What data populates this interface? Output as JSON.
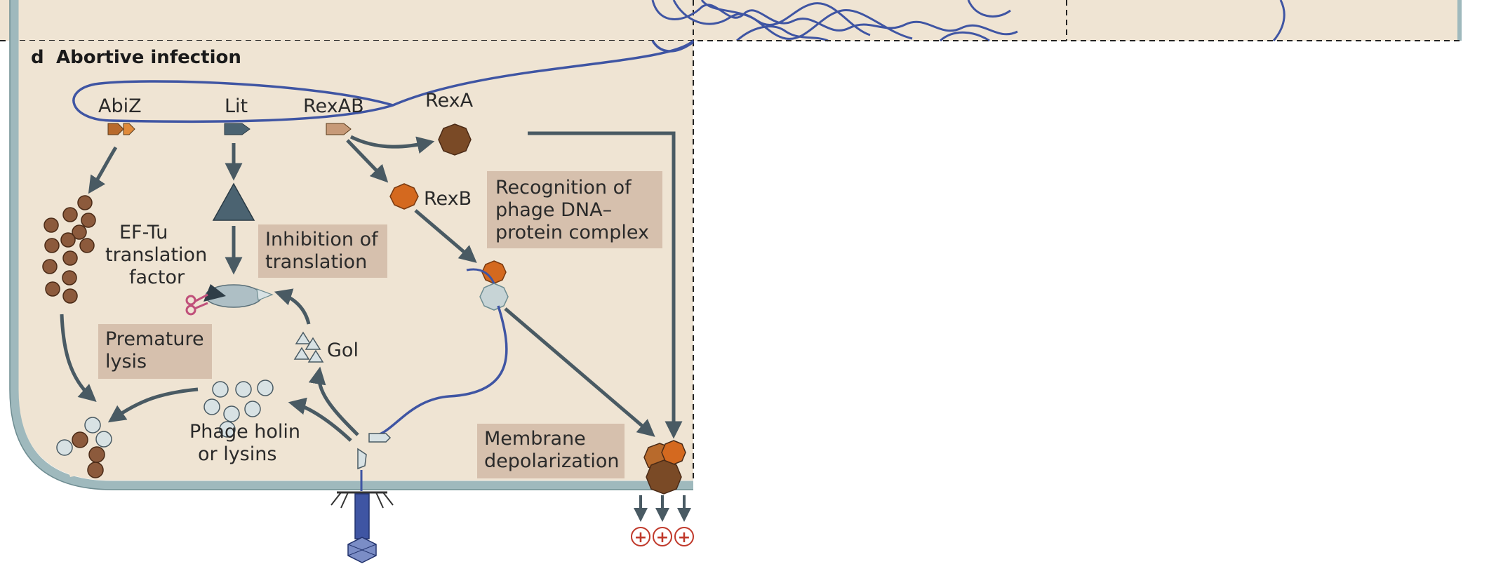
{
  "panel": {
    "letter": "d",
    "title": "Abortive infection"
  },
  "genes": {
    "abiz": "AbiZ",
    "lit": "Lit",
    "rexab": "RexAB"
  },
  "proteins": {
    "rexa": "RexA",
    "rexb": "RexB",
    "gol": "Gol",
    "eftu": [
      "EF-Tu",
      "translation",
      "factor"
    ],
    "holin": [
      "Phage holin",
      "or lysins"
    ]
  },
  "process_boxes": {
    "recognition": [
      "Recognition of",
      "phage DNA–",
      "protein complex"
    ],
    "inhibition": [
      "Inhibition of",
      "translation"
    ],
    "lysis": [
      "Premature",
      "lysis"
    ],
    "depolarization": [
      "Membrane",
      "depolarization"
    ]
  },
  "ions": [
    "+",
    "+",
    "+"
  ],
  "colors": {
    "cytoplasm": "#efe4d3",
    "membrane": "#9fb9bd",
    "dna": "#3f55a3",
    "arrow": "#495a63",
    "abiz": "#b86a2c",
    "rexb": "#d4691f",
    "rexa": "#7a4a26",
    "lit": "#4b6371",
    "box": "#d6c0ad"
  },
  "icons": [
    "phage-icon",
    "scissors-icon"
  ]
}
